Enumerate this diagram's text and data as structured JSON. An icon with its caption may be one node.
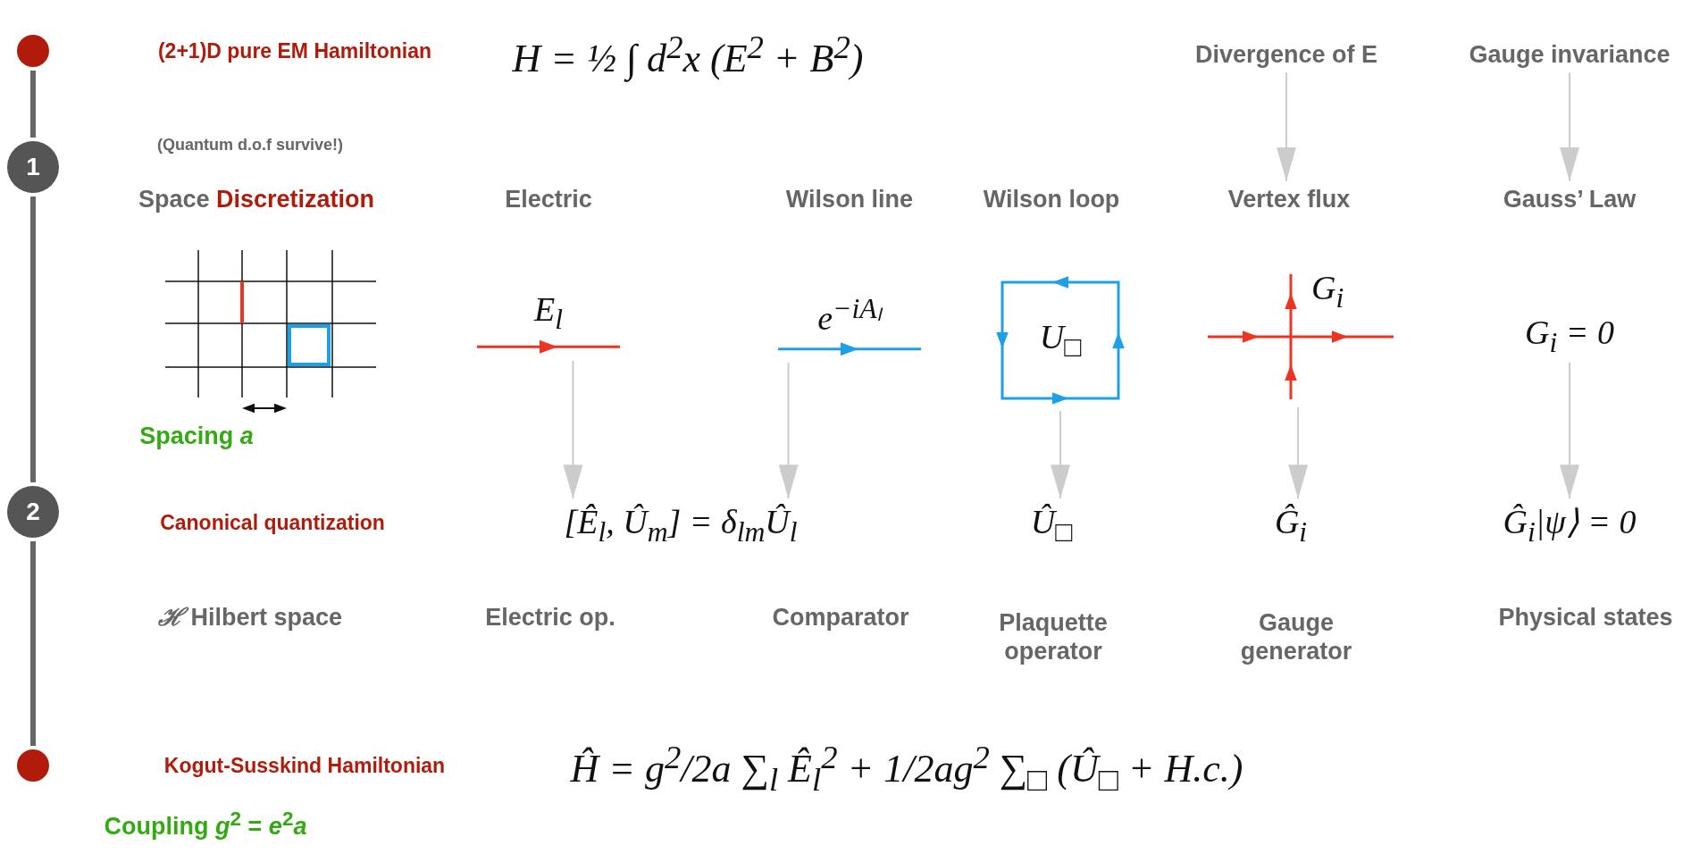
{
  "diagram": {
    "nodes": [
      {
        "text": [],
        "shape": "circle"
      },
      {
        "text": [
          "1"
        ]
      },
      {
        "text": [
          "2"
        ]
      },
      {
        "text": [],
        "shape": "circle"
      },
      {
        "text": [
          "Divergence of E"
        ]
      },
      {
        "text": [
          "Gauge invariance"
        ]
      },
      {
        "text": [
          "Vertex flux"
        ]
      },
      {
        "text": [
          "Gauss’ Law"
        ]
      },
      {
        "text": [
          "E$_{l}$"
        ]
      },
      {
        "text": [
          "e$^{−iAₗ}$"
        ]
      },
      {
        "text": [
          "U$_{□}$"
        ]
      },
      {
        "text": [
          "G$_{i}$"
        ]
      },
      {
        "text": [
          "G$_{i}$ = 0"
        ]
      },
      {
        "text": [
          "[Ê$_{l}$, Û$_{m}$] = δ$_{lm}$Û$_{l}$"
        ]
      },
      {
        "text": [
          "Û$_{□}$"
        ]
      },
      {
        "text": [
          "Ĝ$_{i}$"
        ]
      },
      {
        "text": [
          "Ĝ$_{i}$|ψ⟩ = 0"
        ]
      }
    ],
    "edges": [
      {
        "from": 0,
        "to": 1,
        "arrow": "none",
        "style": "thick",
        "color": "#666666"
      },
      {
        "from": 1,
        "to": 2,
        "arrow": "none",
        "style": "thick",
        "color": "#666666"
      },
      {
        "from": 2,
        "to": 3,
        "arrow": "none",
        "style": "thick",
        "color": "#666666"
      },
      {
        "from": 4,
        "to": 6,
        "arrow": "to"
      },
      {
        "from": 5,
        "to": 7,
        "arrow": "to"
      },
      {
        "from": 8,
        "to": 13,
        "arrow": "to"
      },
      {
        "from": 9,
        "to": 13,
        "arrow": "to"
      },
      {
        "from": 10,
        "to": 14,
        "arrow": "to"
      },
      {
        "from": 11,
        "to": 15,
        "arrow": "to"
      },
      {
        "from": 12,
        "to": 16,
        "arrow": "to"
      }
    ],
    "labels": [
      "(2+1)D pure EM Hamiltonian",
      "H = ½ ∫ d$^{2}$x (E$^{2}$ + B$^{2}$)",
      "(Quantum d.o.f survive!)",
      "Space **Discretization**",
      "Electric",
      "Wilson line",
      "Wilson loop",
      "Spacing *a*",
      "Canonical quantization",
      "*ℋ* Hilbert space",
      "Electric op.",
      "Comparator",
      "Plaquette operator",
      "Gauge generator",
      "Physical states",
      "Kogut-Susskind Hamiltonian",
      "Ĥ = g$^{2}$/2a ∑$_{l}$ Ê$_{l}$$^{2}$ + 1/2ag$^{2}$ ∑$_{□}$ (Û$_{□}$ + H.c.)",
      "Coupling *g*$^{2}$ = *e*$^{2}$*a*"
    ]
  }
}
